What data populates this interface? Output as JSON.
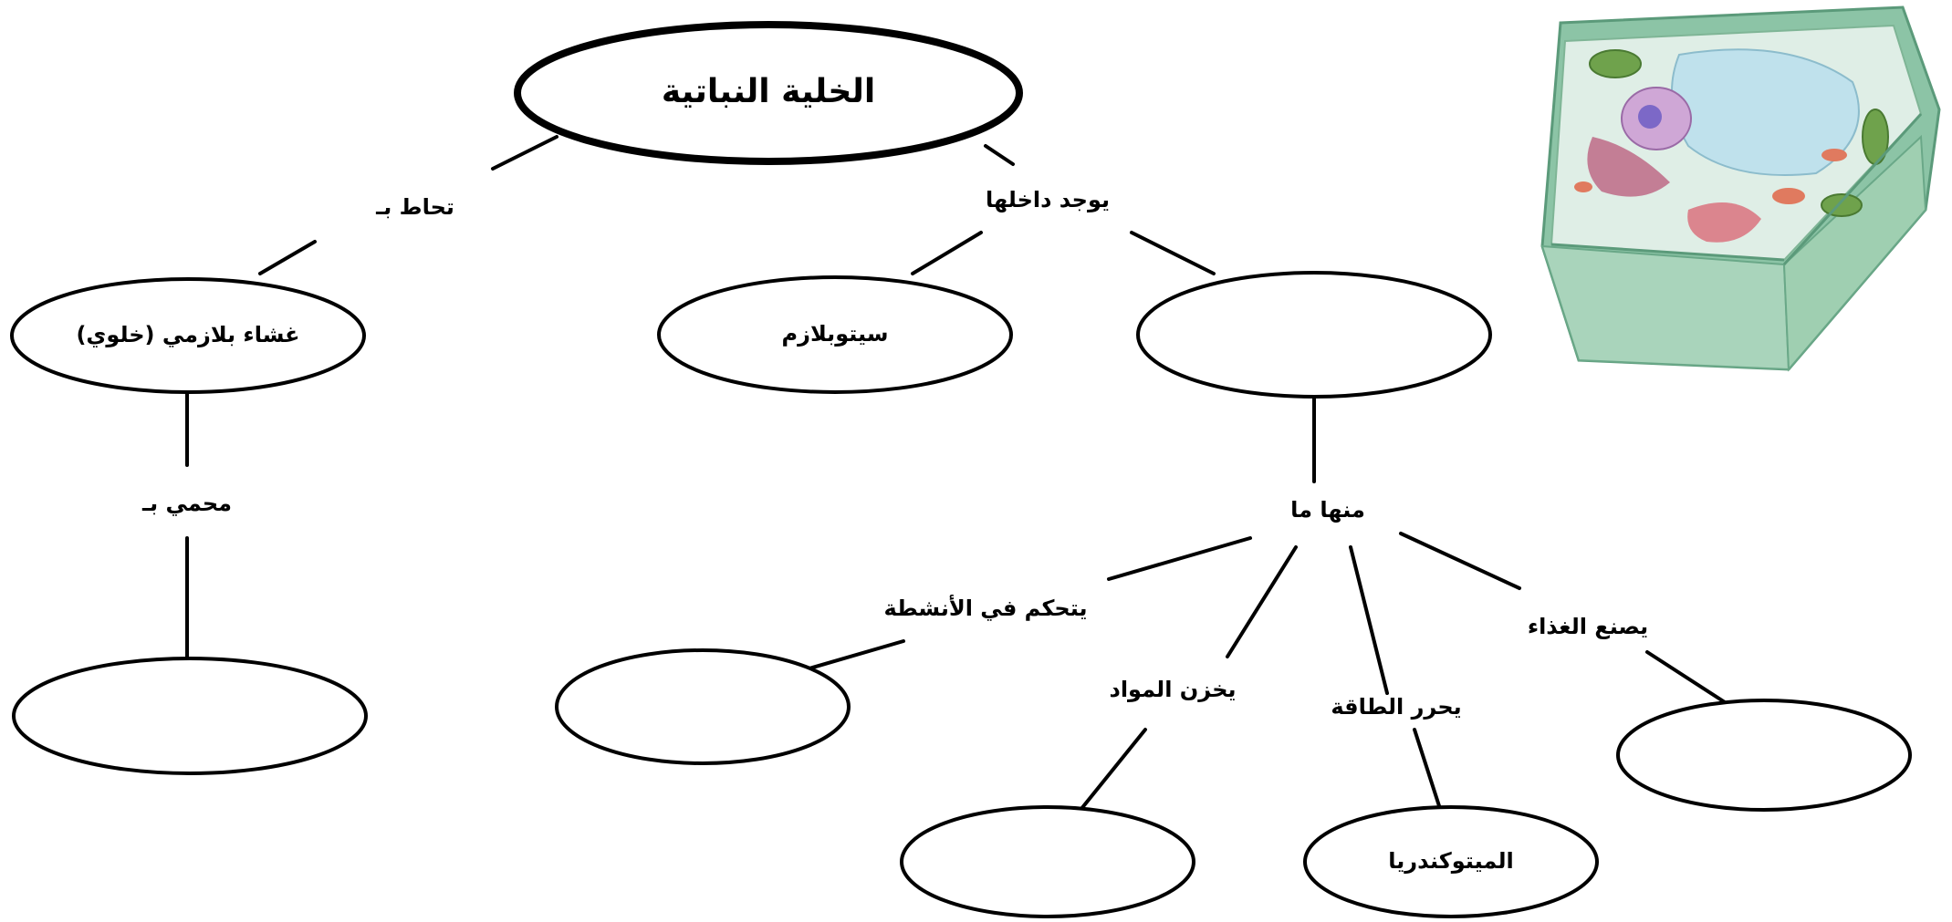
{
  "diagram": {
    "root": {
      "label": "الخلية النباتية"
    },
    "links": {
      "surrounded_by": "تحاط بـ",
      "found_inside": "يوجد داخلها",
      "protected_by": "محمي بـ",
      "some_of_them": "منها ما",
      "controls_activities": "يتحكم في الأنشطة",
      "stores_materials": "يخزن المواد",
      "releases_energy": "يحرر الطاقة",
      "makes_food": "يصنع الغذاء"
    },
    "nodes": {
      "cell_membrane": "غشاء بلازمي (خلوي)",
      "cytoplasm": "سيتوبلازم",
      "organelles": "",
      "protected_node": "",
      "control_node": "",
      "storage_node": "",
      "mitochondria": "الميتوكندريا",
      "food_node": ""
    },
    "illustration": {
      "subject": "plant-cell-illustration"
    }
  }
}
